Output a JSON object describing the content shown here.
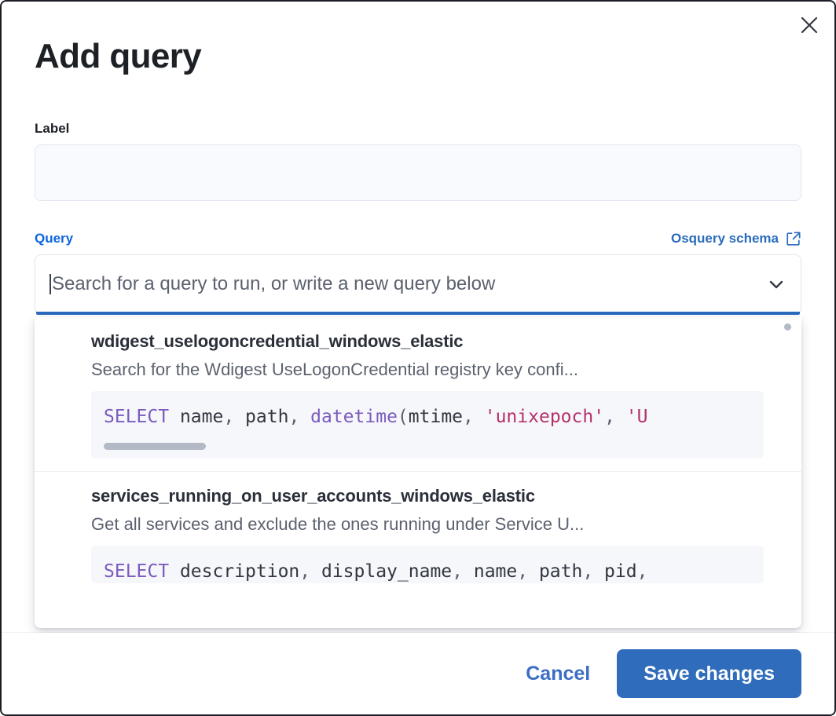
{
  "modal": {
    "title": "Add query",
    "close_icon": "close-icon"
  },
  "label_field": {
    "label": "Label",
    "value": "",
    "placeholder": ""
  },
  "query_field": {
    "label": "Query",
    "schema_link": "Osquery schema",
    "schema_link_icon": "external-link-icon",
    "combo_placeholder": "Search for a query to run, or write a new query below",
    "combo_value": "",
    "chevron_icon": "chevron-down-icon"
  },
  "dropdown": {
    "options": [
      {
        "title": "wdigest_uselogoncredential_windows_elastic",
        "description": "Search for the Wdigest UseLogonCredential registry key confi...",
        "code_tokens": [
          {
            "text": "SELECT",
            "type": "keyword"
          },
          {
            "text": " name",
            "type": "plain"
          },
          {
            "text": ", ",
            "type": "punctuation"
          },
          {
            "text": "path",
            "type": "plain"
          },
          {
            "text": ", ",
            "type": "punctuation"
          },
          {
            "text": "datetime",
            "type": "function"
          },
          {
            "text": "(",
            "type": "punctuation"
          },
          {
            "text": "mtime",
            "type": "plain"
          },
          {
            "text": ", ",
            "type": "punctuation"
          },
          {
            "text": "'unixepoch'",
            "type": "string"
          },
          {
            "text": ", ",
            "type": "punctuation"
          },
          {
            "text": "'U",
            "type": "string"
          }
        ],
        "code_plain": "SELECT name, path, datetime(mtime, 'unixepoch', 'U"
      },
      {
        "title": "services_running_on_user_accounts_windows_elastic",
        "description": "Get all services and exclude the ones running under Service U...",
        "code_tokens": [
          {
            "text": "SELECT",
            "type": "keyword"
          },
          {
            "text": " description",
            "type": "plain"
          },
          {
            "text": ", ",
            "type": "punctuation"
          },
          {
            "text": "display_name",
            "type": "plain"
          },
          {
            "text": ", ",
            "type": "punctuation"
          },
          {
            "text": "name",
            "type": "plain"
          },
          {
            "text": ", ",
            "type": "punctuation"
          },
          {
            "text": "path",
            "type": "plain"
          },
          {
            "text": ", ",
            "type": "punctuation"
          },
          {
            "text": "pid",
            "type": "plain"
          },
          {
            "text": ",",
            "type": "punctuation"
          }
        ],
        "code_plain": "SELECT description, display_name, name, path, pid,"
      }
    ]
  },
  "footer": {
    "cancel_label": "Cancel",
    "save_label": "Save changes"
  },
  "colors": {
    "accent_blue": "#2a6bbd",
    "link_blue": "#0b64dd",
    "save_button": "#2f6cbb",
    "text_dark": "#1d2025",
    "text_muted": "#5b616e",
    "code_bg": "#f6f7fb",
    "keyword_purple": "#7b5bbd",
    "string_red": "#b5316b"
  }
}
